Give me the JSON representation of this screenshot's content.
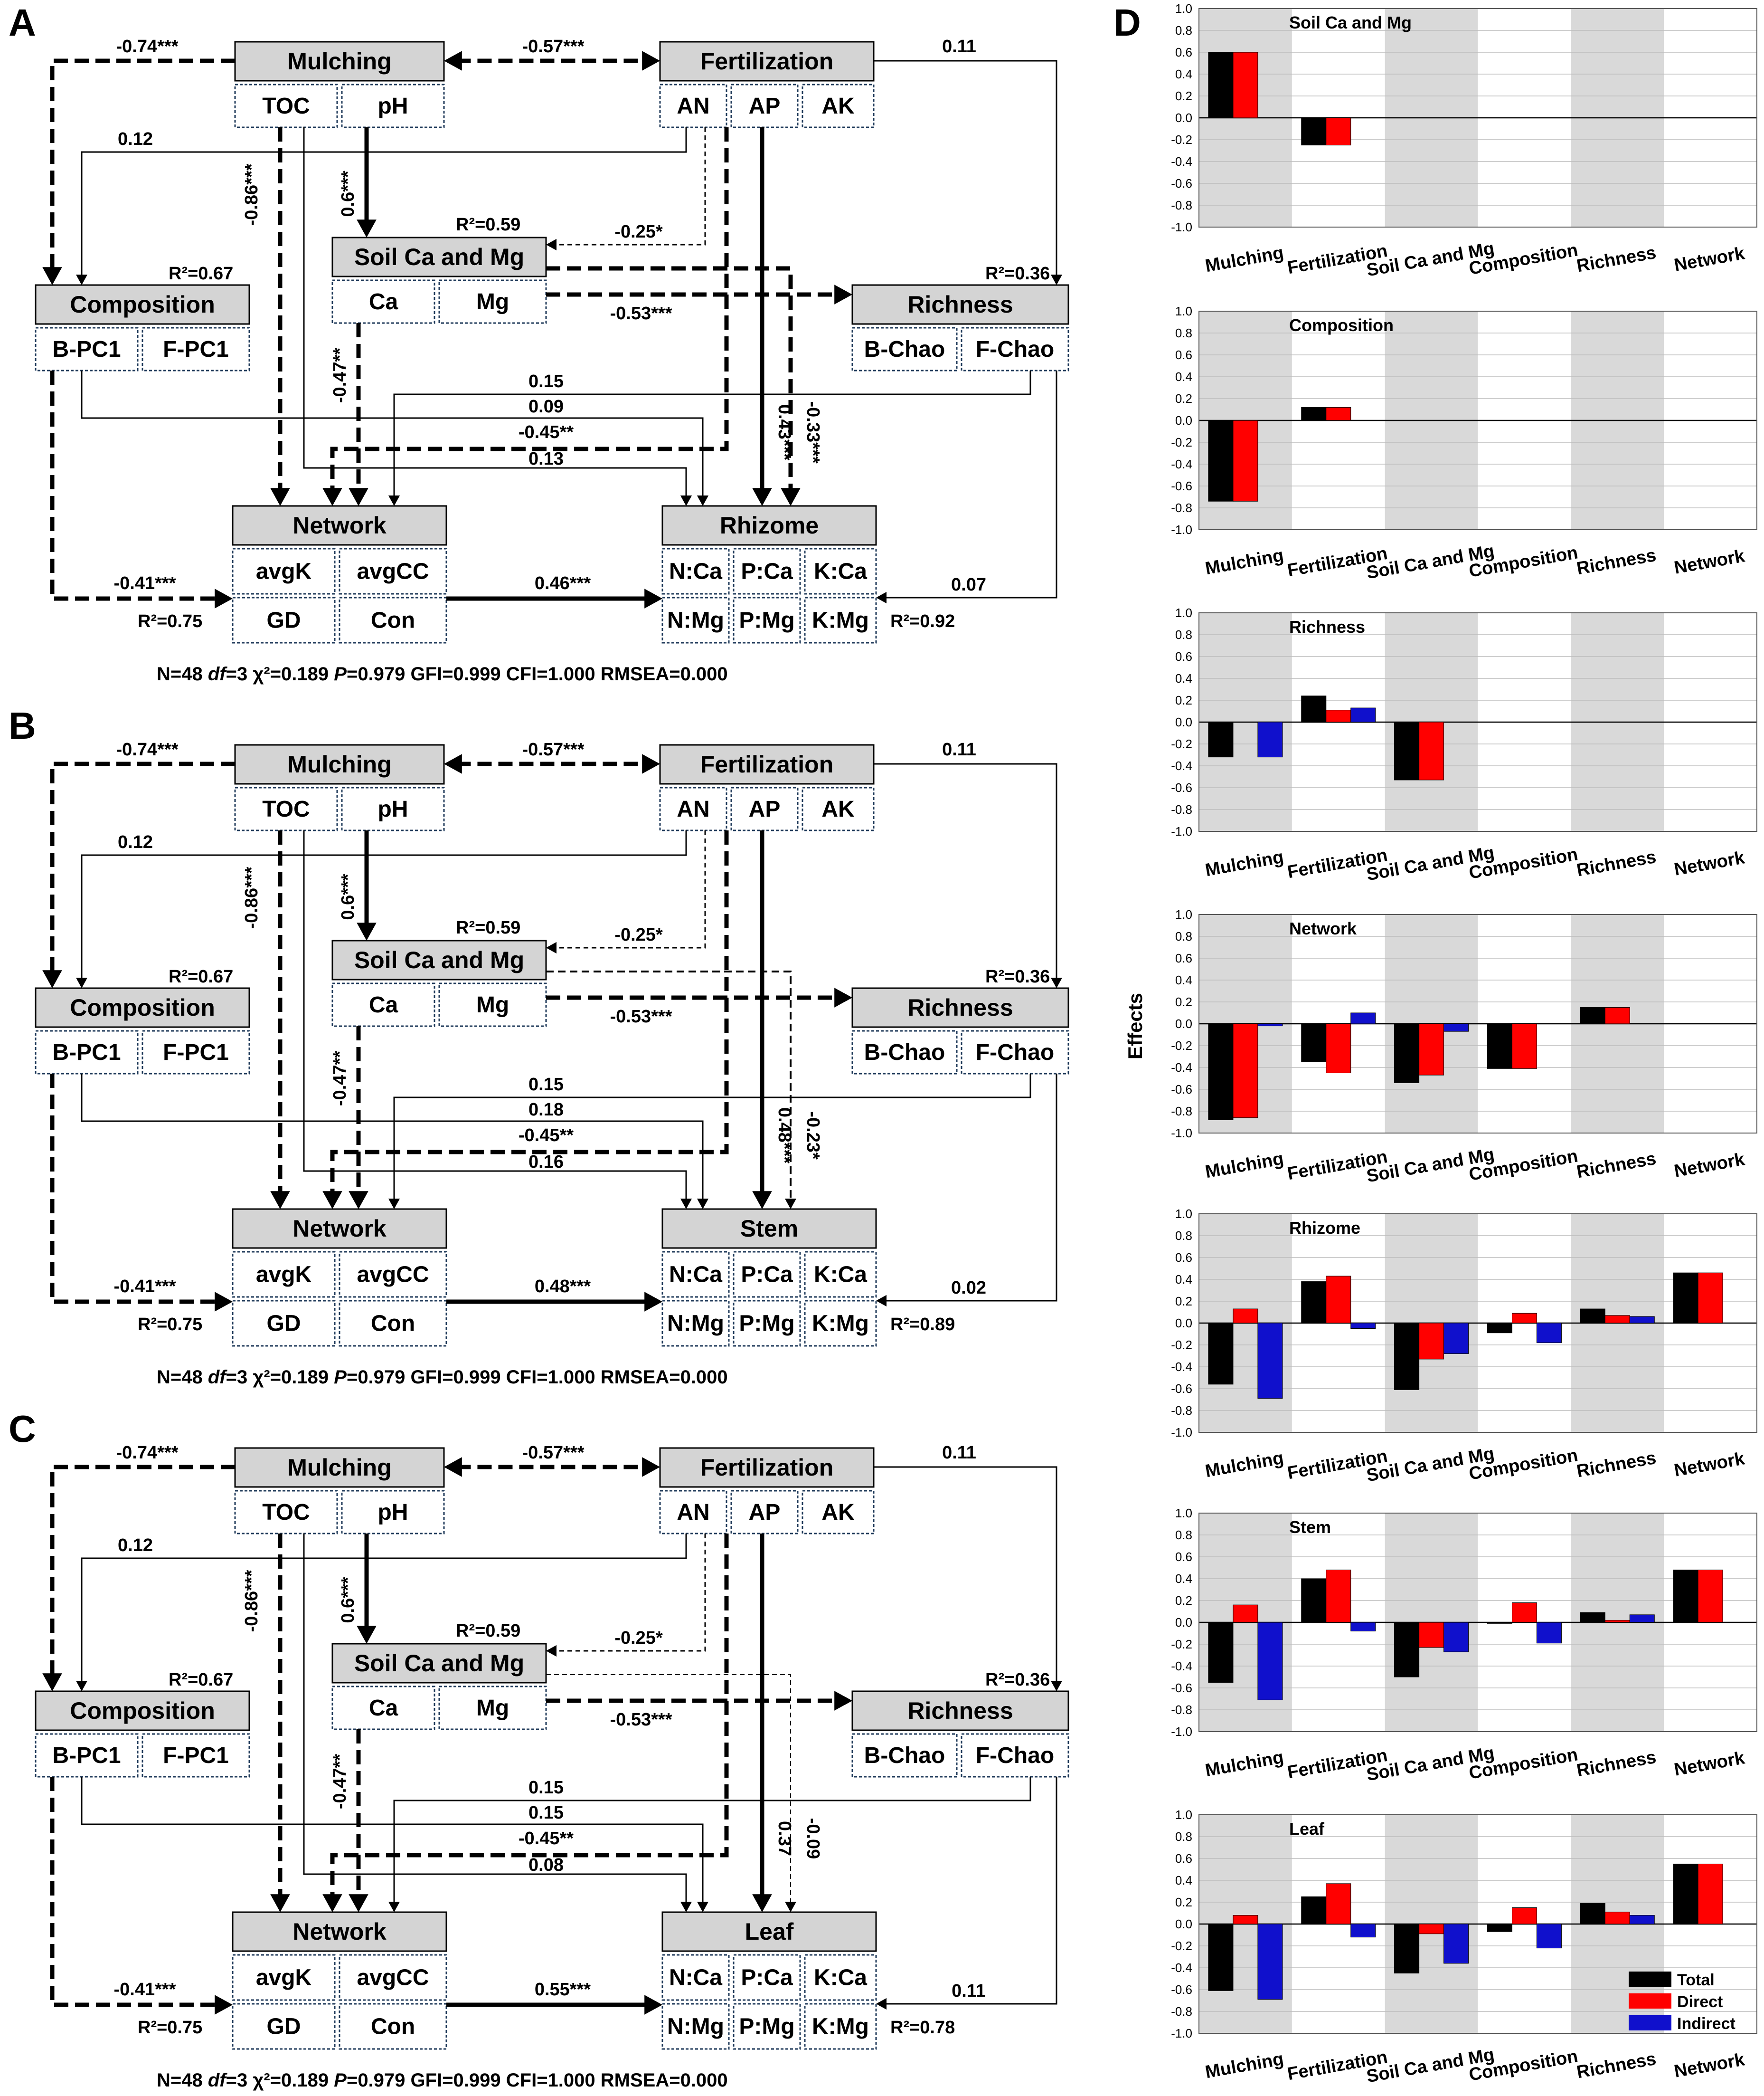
{
  "panel_labels": [
    "A",
    "B",
    "C",
    "D"
  ],
  "nodes": {
    "mulching": "Mulching",
    "fertilization": "Fertilization",
    "soil": "Soil Ca and Mg",
    "composition": "Composition",
    "richness": "Richness",
    "network": "Network"
  },
  "subnodes": {
    "toc": "TOC",
    "ph": "pH",
    "an": "AN",
    "ap": "AP",
    "ak": "AK",
    "ca": "Ca",
    "mg": "Mg",
    "bpc1": "B-PC1",
    "fpc1": "F-PC1",
    "bchao": "B-Chao",
    "fchao": "F-Chao",
    "avgk": "avgK",
    "avgcc": "avgCC",
    "gd": "GD",
    "con": "Con",
    "nca": "N:Ca",
    "pca": "P:Ca",
    "kca": "K:Ca",
    "nmg": "N:Mg",
    "pmg": "P:Mg",
    "kmg": "K:Mg"
  },
  "stats_prefix": "N=48",
  "stats_df": "df",
  "stats_mid": "=3 χ²=0.189",
  "stats_p": "P",
  "stats_suffix": "=0.979 GFI=0.999 CFI=1.000 RMSEA=0.000",
  "panels": [
    {
      "letter": "A",
      "organ": "Rhizome",
      "coefs": {
        "mul_comp": "-0.74***",
        "mul_fert": "-0.57***",
        "fert_rich": "0.11",
        "an_comp": "0.12",
        "toc_net": "-0.86***",
        "ph_soil": "0.6***",
        "an_soil": "-0.25*",
        "soil_rich": "-0.53***",
        "soil_net": "-0.47**",
        "fchao_net": "0.15",
        "comp_organ": "0.09",
        "an_net": "-0.45**",
        "toc_organ": "0.13",
        "ap_organ": "0.43***",
        "soil_organ": "-0.33***",
        "comp_net": "-0.41***",
        "net_organ": "0.46***",
        "rich_organ": "0.07"
      },
      "r2": {
        "soil": "R²=0.59",
        "comp": "R²=0.67",
        "rich": "R²=0.36",
        "net": "R²=0.75",
        "organ": "R²=0.92"
      }
    },
    {
      "letter": "B",
      "organ": "Stem",
      "coefs": {
        "mul_comp": "-0.74***",
        "mul_fert": "-0.57***",
        "fert_rich": "0.11",
        "an_comp": "0.12",
        "toc_net": "-0.86***",
        "ph_soil": "0.6***",
        "an_soil": "-0.25*",
        "soil_rich": "-0.53***",
        "soil_net": "-0.47**",
        "fchao_net": "0.15",
        "comp_organ": "0.18",
        "an_net": "-0.45**",
        "toc_organ": "0.16",
        "ap_organ": "0.48***",
        "soil_organ": "-0.23*",
        "comp_net": "-0.41***",
        "net_organ": "0.48***",
        "rich_organ": "0.02"
      },
      "r2": {
        "soil": "R²=0.59",
        "comp": "R²=0.67",
        "rich": "R²=0.36",
        "net": "R²=0.75",
        "organ": "R²=0.89"
      }
    },
    {
      "letter": "C",
      "organ": "Leaf",
      "coefs": {
        "mul_comp": "-0.74***",
        "mul_fert": "-0.57***",
        "fert_rich": "0.11",
        "an_comp": "0.12",
        "toc_net": "-0.86***",
        "ph_soil": "0.6***",
        "an_soil": "-0.25*",
        "soil_rich": "-0.53***",
        "soil_net": "-0.47**",
        "fchao_net": "0.15",
        "comp_organ": "0.15",
        "an_net": "-0.45**",
        "toc_organ": "0.08",
        "ap_organ": "0.37",
        "soil_organ": "-0.09",
        "comp_net": "-0.41***",
        "net_organ": "0.55***",
        "rich_organ": "0.11"
      },
      "r2": {
        "soil": "R²=0.59",
        "comp": "R²=0.67",
        "rich": "R²=0.36",
        "net": "R²=0.75",
        "organ": "R²=0.78"
      }
    }
  ],
  "chart_data": {
    "type": "bar",
    "ylabel": "Effects",
    "ylim": [
      -1.0,
      1.0
    ],
    "yticks": [
      "1.0",
      "0.8",
      "0.6",
      "0.4",
      "0.2",
      "0.0",
      "-0.2",
      "-0.4",
      "-0.6",
      "-0.8",
      "-1.0"
    ],
    "categories": [
      "Mulching",
      "Fertilization",
      "Soil Ca and Mg",
      "Composition",
      "Richness",
      "Network"
    ],
    "legend": {
      "position": "bottom-right",
      "items": [
        "Total",
        "Direct",
        "Indirect"
      ]
    },
    "colors": {
      "Total": "#000000",
      "Direct": "#ff0000",
      "Indirect": "#1010cc",
      "band": "#d9d9d9"
    },
    "charts": [
      {
        "title": "Soil Ca and Mg",
        "series": [
          {
            "name": "Total",
            "values": [
              0.6,
              -0.25,
              null,
              null,
              null,
              null
            ]
          },
          {
            "name": "Direct",
            "values": [
              0.6,
              -0.25,
              null,
              null,
              null,
              null
            ]
          },
          {
            "name": "Indirect",
            "values": [
              null,
              null,
              null,
              null,
              null,
              null
            ]
          }
        ]
      },
      {
        "title": "Composition",
        "series": [
          {
            "name": "Total",
            "values": [
              -0.74,
              0.12,
              null,
              null,
              null,
              null
            ]
          },
          {
            "name": "Direct",
            "values": [
              -0.74,
              0.12,
              null,
              null,
              null,
              null
            ]
          },
          {
            "name": "Indirect",
            "values": [
              null,
              null,
              null,
              null,
              null,
              null
            ]
          }
        ]
      },
      {
        "title": "Richness",
        "series": [
          {
            "name": "Total",
            "values": [
              -0.32,
              0.24,
              -0.53,
              null,
              null,
              null
            ]
          },
          {
            "name": "Direct",
            "values": [
              null,
              0.11,
              -0.53,
              null,
              null,
              null
            ]
          },
          {
            "name": "Indirect",
            "values": [
              -0.32,
              0.13,
              null,
              null,
              null,
              null
            ]
          }
        ]
      },
      {
        "title": "Network",
        "series": [
          {
            "name": "Total",
            "values": [
              -0.88,
              -0.35,
              -0.54,
              -0.41,
              0.15,
              null
            ]
          },
          {
            "name": "Direct",
            "values": [
              -0.86,
              -0.45,
              -0.47,
              -0.41,
              0.15,
              null
            ]
          },
          {
            "name": "Indirect",
            "values": [
              -0.02,
              0.1,
              -0.07,
              null,
              null,
              null
            ]
          }
        ]
      },
      {
        "title": "Rhizome",
        "series": [
          {
            "name": "Total",
            "values": [
              -0.56,
              0.38,
              -0.61,
              -0.09,
              0.13,
              0.46
            ]
          },
          {
            "name": "Direct",
            "values": [
              0.13,
              0.43,
              -0.33,
              0.09,
              0.07,
              0.46
            ]
          },
          {
            "name": "Indirect",
            "values": [
              -0.69,
              -0.05,
              -0.28,
              -0.18,
              0.06,
              null
            ]
          }
        ]
      },
      {
        "title": "Stem",
        "series": [
          {
            "name": "Total",
            "values": [
              -0.55,
              0.4,
              -0.5,
              -0.01,
              0.09,
              0.48
            ]
          },
          {
            "name": "Direct",
            "values": [
              0.16,
              0.48,
              -0.23,
              0.18,
              0.02,
              0.48
            ]
          },
          {
            "name": "Indirect",
            "values": [
              -0.71,
              -0.08,
              -0.27,
              -0.19,
              0.07,
              null
            ]
          }
        ]
      },
      {
        "title": "Leaf",
        "series": [
          {
            "name": "Total",
            "values": [
              -0.61,
              0.25,
              -0.45,
              -0.07,
              0.19,
              0.55
            ]
          },
          {
            "name": "Direct",
            "values": [
              0.08,
              0.37,
              -0.09,
              0.15,
              0.11,
              0.55
            ]
          },
          {
            "name": "Indirect",
            "values": [
              -0.69,
              -0.12,
              -0.36,
              -0.22,
              0.08,
              null
            ]
          }
        ]
      }
    ]
  }
}
